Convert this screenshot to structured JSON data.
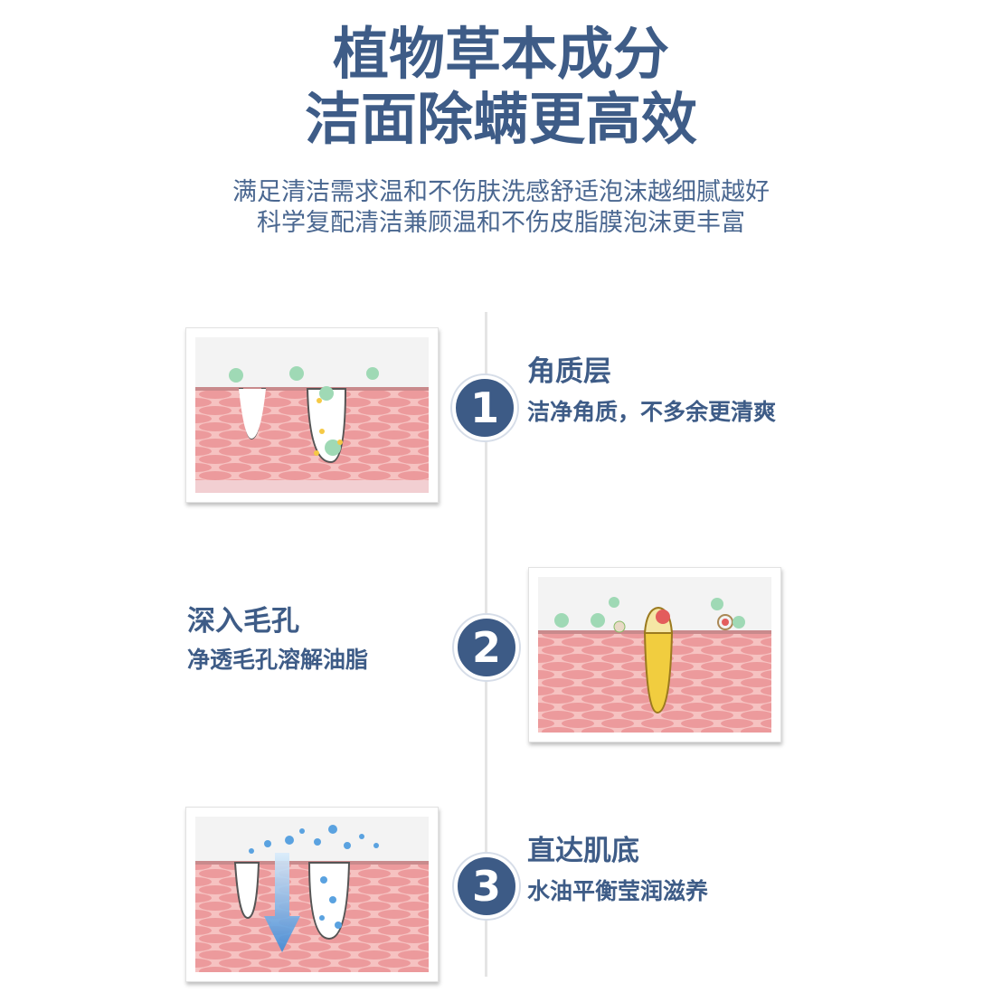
{
  "header": {
    "title_line1": "植物草本成分",
    "title_line2": "洁面除螨更高效",
    "subtitle_line1": "满足清洁需求温和不伤肤洗感舒适泡沫越细腻越好",
    "subtitle_line2": "科学复配清洁兼顾温和不伤皮脂膜泡沫更丰富"
  },
  "steps": [
    {
      "number": "1",
      "title": "角质层",
      "desc": "洁净角质，不多余更清爽",
      "image_icon": "skin-pore-mites-illustration"
    },
    {
      "number": "2",
      "title": "深入毛孔",
      "desc": "净透毛孔溶解油脂",
      "image_icon": "skin-sebum-plug-illustration"
    },
    {
      "number": "3",
      "title": "直达肌底",
      "desc": "水油平衡莹润滋养",
      "image_icon": "skin-foam-penetration-illustration"
    }
  ],
  "colors": {
    "accent": "#3e5c87",
    "circle": "#3d5b86",
    "skin": "#f4b9b8",
    "skin_cell": "#ec9a9c",
    "mite": "#9fd9b5"
  }
}
